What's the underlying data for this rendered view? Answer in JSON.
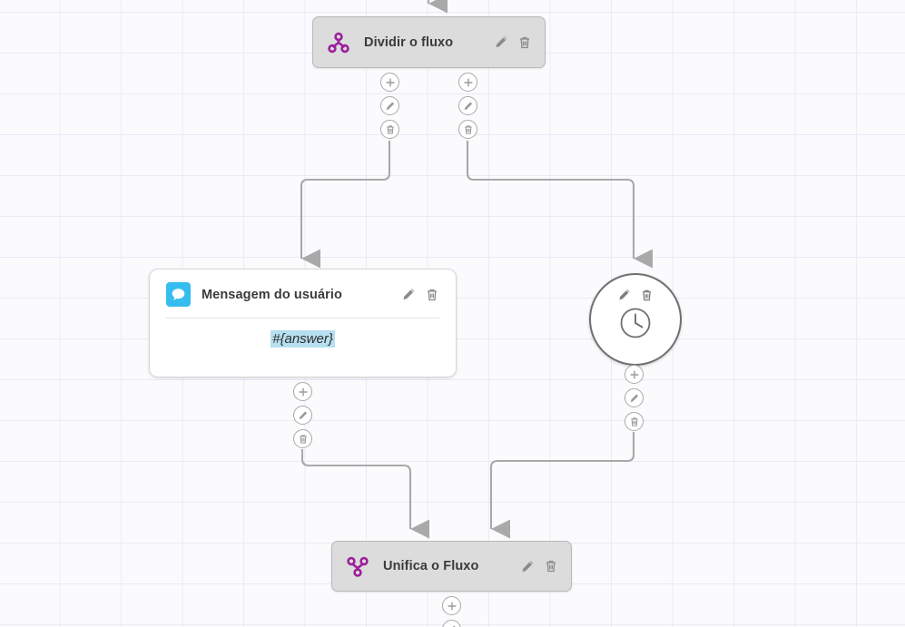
{
  "canvas": {
    "background_color": "#fbfbfd",
    "grid_line_color": "#e8ecf5"
  },
  "colors": {
    "node_grey_fill": "#dcdcdc",
    "node_grey_border": "#b9b9b9",
    "node_white_fill": "#ffffff",
    "accent_purple": "#9c1f9c",
    "accent_cyan": "#36bdf0",
    "highlight_blue": "#b6dff0",
    "edge_grey": "#a9a9a9",
    "icon_grey": "#8a8a8a",
    "title_text": "#3b3b3b"
  },
  "nodes": [
    {
      "id": "split",
      "name": "split-flow-node",
      "title": "Dividir o fluxo",
      "icon": "split-flow-icon",
      "edit_icon": "pencil-icon",
      "delete_icon": "trash-icon"
    },
    {
      "id": "user_message",
      "name": "user-message-node",
      "title": "Mensagem do usuário",
      "icon": "chat-bubble-icon",
      "edit_icon": "pencil-icon",
      "delete_icon": "trash-icon",
      "body_value": "#{answer}"
    },
    {
      "id": "timer",
      "name": "timer-node",
      "title": "",
      "icon": "clock-icon",
      "edit_icon": "pencil-icon",
      "delete_icon": "trash-icon"
    },
    {
      "id": "merge",
      "name": "merge-flow-node",
      "title": "Unifica o Fluxo",
      "icon": "merge-flow-icon",
      "edit_icon": "pencil-icon",
      "delete_icon": "trash-icon"
    }
  ],
  "action_buttons": {
    "add_label": "+",
    "add_icon": "plus-icon",
    "edit_icon": "pencil-icon",
    "delete_icon": "trash-icon"
  },
  "connectors": [
    {
      "name": "edge-into-split",
      "from": "top-of-canvas",
      "to": "split"
    },
    {
      "name": "edge-split-left-to-user-message",
      "from": "split",
      "to": "user_message"
    },
    {
      "name": "edge-split-right-to-timer",
      "from": "split",
      "to": "timer"
    },
    {
      "name": "edge-user-message-to-merge",
      "from": "user_message",
      "to": "merge"
    },
    {
      "name": "edge-timer-to-merge",
      "from": "timer",
      "to": "merge"
    }
  ]
}
